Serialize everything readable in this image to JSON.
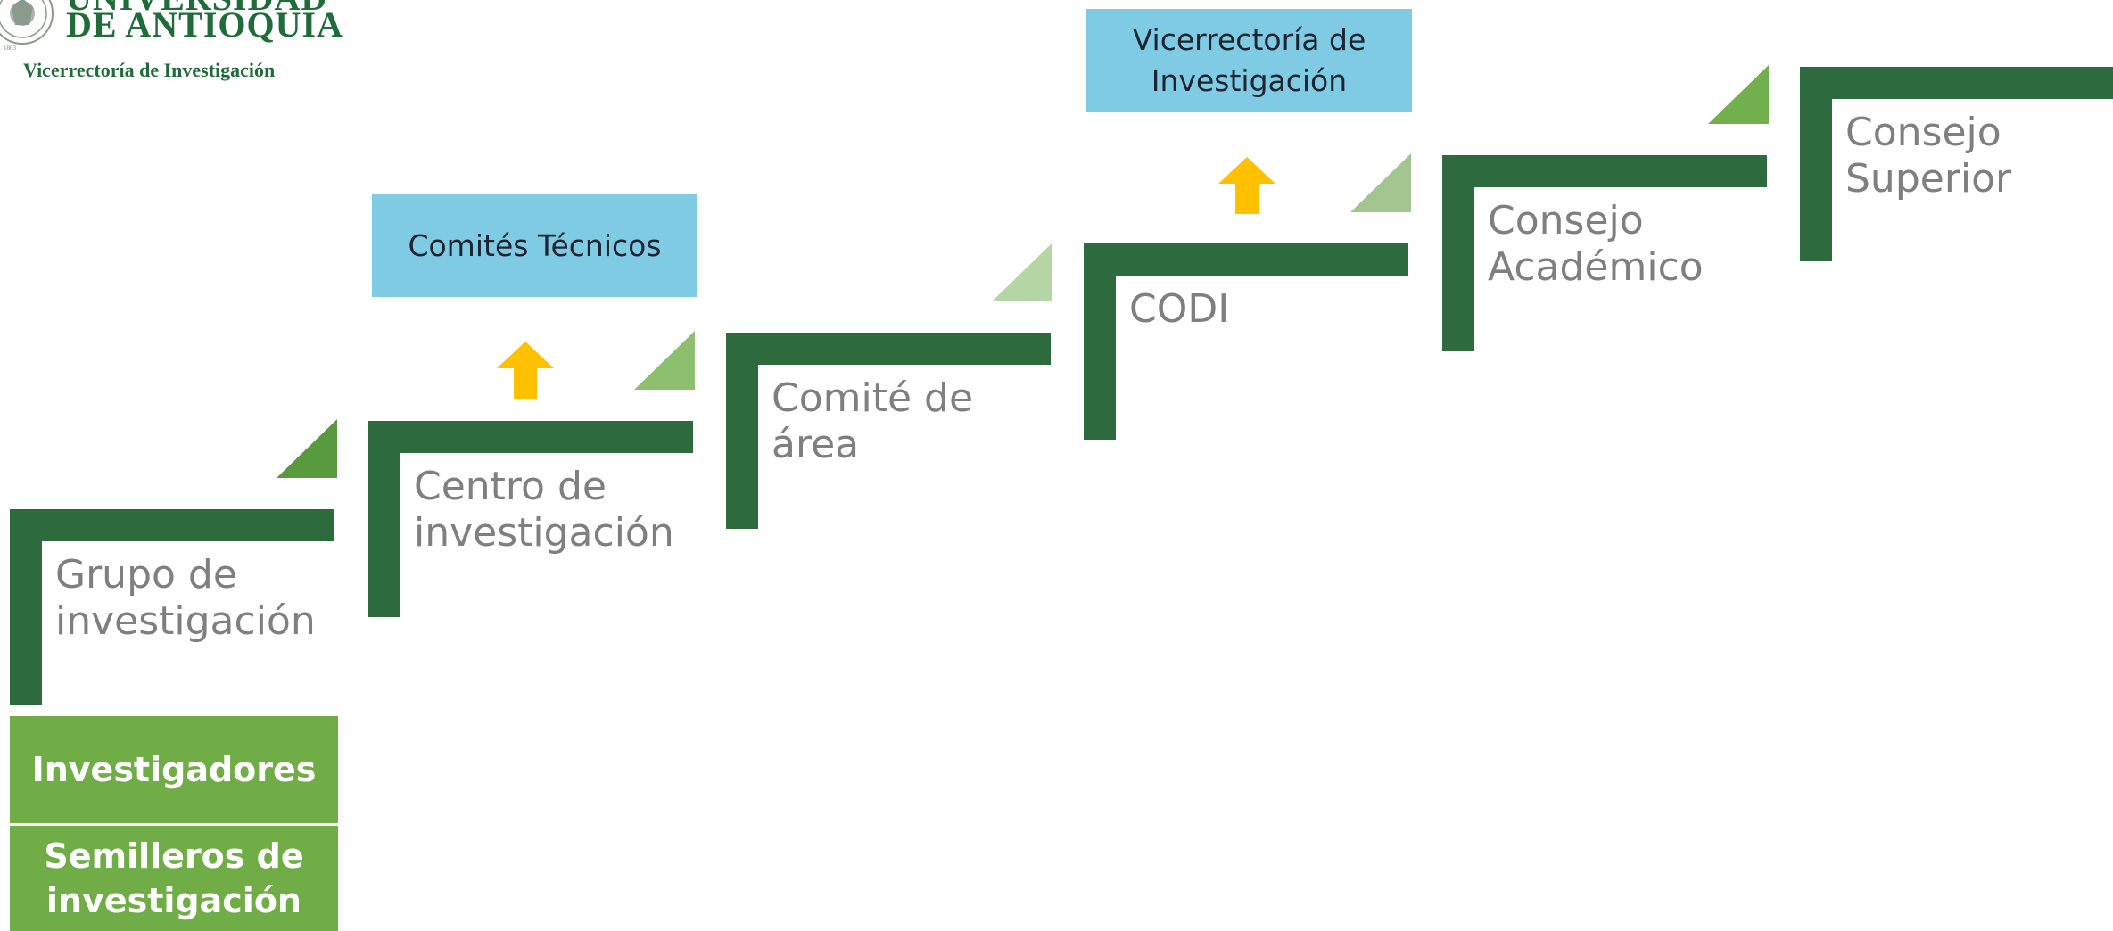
{
  "logo": {
    "line1": "UNIVERSIDAD",
    "line2": "DE ANTIOQUIA",
    "year": "1803",
    "subtitle": "Vicerrectoría de Investigación"
  },
  "steps": [
    {
      "label": "Grupo de\ninvestigación"
    },
    {
      "label": "Centro de\ninvestigación"
    },
    {
      "label": "Comité de\nárea"
    },
    {
      "label": "CODI"
    },
    {
      "label": "Consejo\nAcadémico"
    },
    {
      "label": "Consejo\nSuperior"
    }
  ],
  "support_boxes": [
    {
      "label": "Comités Técnicos"
    },
    {
      "label": "Vicerrectoría de\nInvestigación"
    }
  ],
  "base_boxes": [
    {
      "label": "Investigadores"
    },
    {
      "label": "Semilleros de\ninvestigación"
    }
  ],
  "colors": {
    "step_bar": "#2d6a3e",
    "triangles": [
      "#5a9a3e",
      "#8dbf6f",
      "#b6d5a5",
      "#a2c48e",
      "#72b04e"
    ],
    "arrow": "#ffc000",
    "blue_box": "#7fcbe4",
    "green_box": "#70ad47"
  }
}
